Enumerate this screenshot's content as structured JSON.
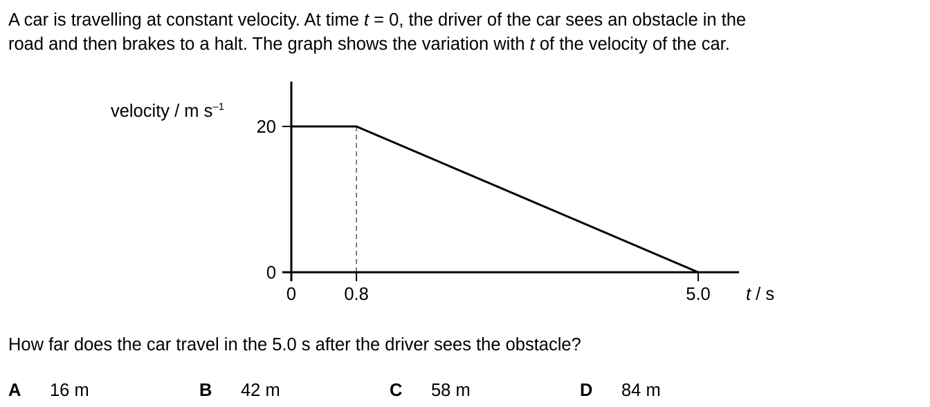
{
  "intro": {
    "line1_a": "A car is travelling at constant velocity. At time ",
    "line1_t": "t",
    "line1_b": " = 0, the driver of the car sees an obstacle in the",
    "line2_a": "road and then brakes to a halt. The graph shows the variation with ",
    "line2_t": "t",
    "line2_b": " of the velocity of the car."
  },
  "chart_data": {
    "type": "line",
    "ylabel": "velocity / m s⁻¹",
    "xlabel": "t / s",
    "x_ticks": [
      "0",
      "0.8",
      "5.0"
    ],
    "y_ticks": [
      "0",
      "20"
    ],
    "series": [
      {
        "x": [
          0,
          0.8,
          5.0
        ],
        "y": [
          20,
          20,
          0
        ]
      }
    ],
    "reference_lines": [
      {
        "x": 0.8,
        "style": "dashed",
        "from_y": 0,
        "to_y": 20
      }
    ],
    "xlim": [
      0,
      5.6
    ],
    "ylim": [
      0,
      26
    ]
  },
  "graph_labels": {
    "ylabel_main": "velocity / m s",
    "ylabel_sup": "–1",
    "xlabel_t": "t",
    "xlabel_unit": " / s"
  },
  "question": "How far does the car travel in the 5.0 s after the driver sees the obstacle?",
  "options": [
    {
      "letter": "A",
      "answer": "16 m"
    },
    {
      "letter": "B",
      "answer": "42 m"
    },
    {
      "letter": "C",
      "answer": "58 m"
    },
    {
      "letter": "D",
      "answer": "84 m"
    }
  ]
}
